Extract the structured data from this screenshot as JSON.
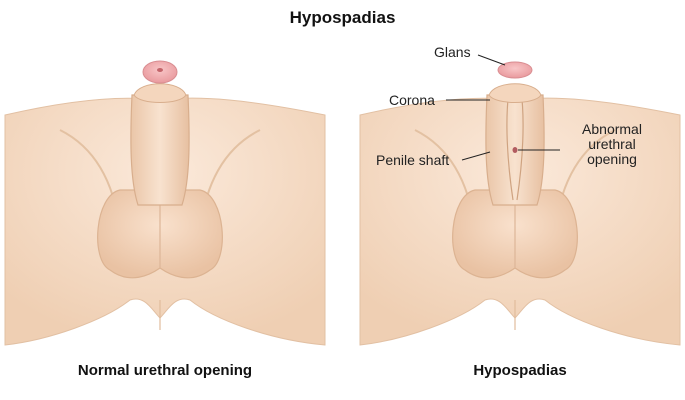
{
  "title": "Hypospadias",
  "panels": [
    {
      "caption": "Normal urethral opening"
    },
    {
      "caption": "Hypospadias"
    }
  ],
  "labels": {
    "glans": "Glans",
    "corona": "Corona",
    "penile_shaft": "Penile shaft",
    "abnormal_urethral_opening": [
      "Abnormal",
      "urethral",
      "opening"
    ]
  },
  "colors": {
    "skin": "#f6dcc5",
    "skin_shadow": "#e8bfa0",
    "glans": "#f2a9ac",
    "outline": "#c99a7a"
  }
}
